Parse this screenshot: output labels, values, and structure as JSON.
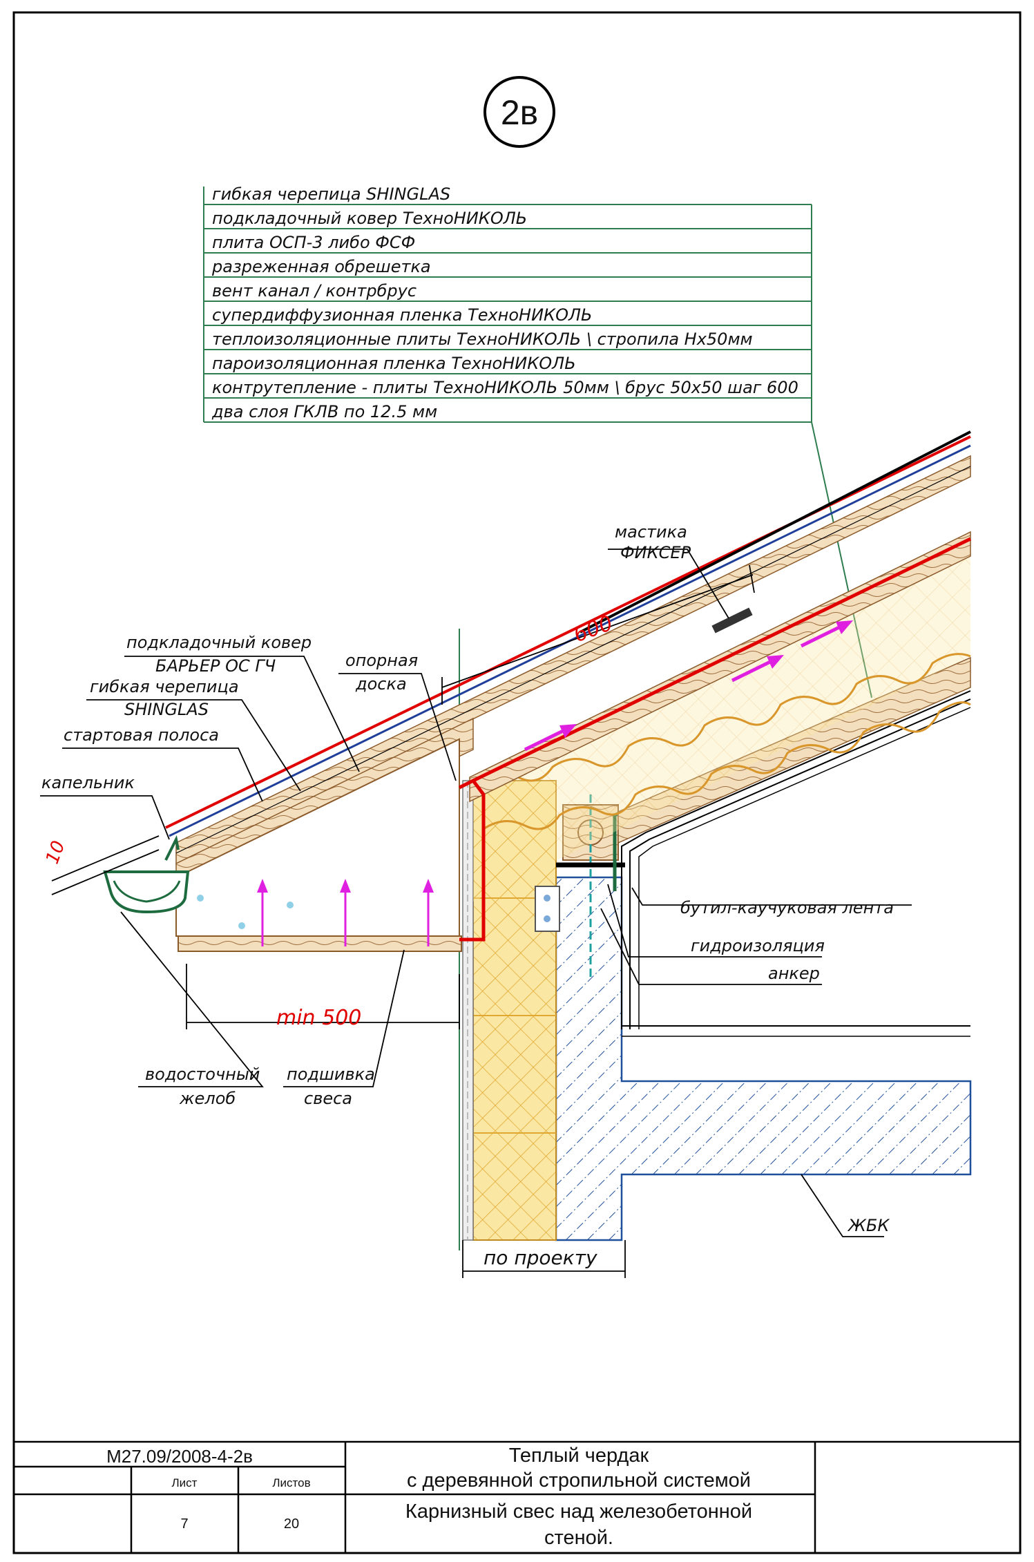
{
  "badge": "2в",
  "layers": [
    "гибкая черепица SHINGLAS",
    "подкладочный ковер ТехноНИКОЛЬ",
    "плита ОСП-3 либо ФСФ",
    "разреженная обрешетка",
    "вент канал / контрбрус",
    "супердиффузионная пленка ТехноНИКОЛЬ",
    "теплоизоляционные плиты ТехноНИКОЛЬ \\ стропила Hx50мм",
    "пароизоляционная пленка ТехноНИКОЛЬ",
    "контрутепление - плиты ТехноНИКОЛЬ 50мм \\ брус 50х50 шаг 600",
    "два слоя ГКЛВ по 12.5 мм"
  ],
  "callouts": {
    "mastic_1": "мастика",
    "mastic_2": "ФИКСЕР",
    "underlay_1": "подкладочный ковер",
    "underlay_2": "БАРЬЕР ОС ГЧ",
    "shingle_1": "гибкая черепица",
    "shingle_2": "SHINGLAS",
    "starter": "стартовая полоса",
    "drip": "капельник",
    "support_1": "опорная",
    "support_2": "доска",
    "butyl": "бутил-каучуковая лента",
    "waterproof": "гидроизоляция",
    "anchor": "анкер",
    "gutter_1": "водосточный",
    "gutter_2": "желоб",
    "soffit_1": "подшивка",
    "soffit_2": "свеса",
    "concrete": "ЖБК"
  },
  "dimensions": {
    "d600": "600",
    "d10": "10",
    "min500": "min 500",
    "by_project": "по проекту"
  },
  "title_block": {
    "code": "М27.09/2008-4-2в",
    "sheet_label": "Лист",
    "sheets_label": "Листов",
    "sheet": "7",
    "sheets": "20",
    "title_1": "Теплый чердак",
    "title_2": "с деревянной стропильной системой",
    "subtitle_1": "Карнизный свес над железобетонной",
    "subtitle_2": "стеной."
  },
  "colors": {
    "leader": "#2e7d4f",
    "roof_red": "#e00000",
    "wood": "#8b5a2b",
    "insulation": "#f5d98a",
    "airflow": "#e020e0",
    "concrete_hatch": "#1f4f9a",
    "gutter": "#1d6b3f"
  }
}
